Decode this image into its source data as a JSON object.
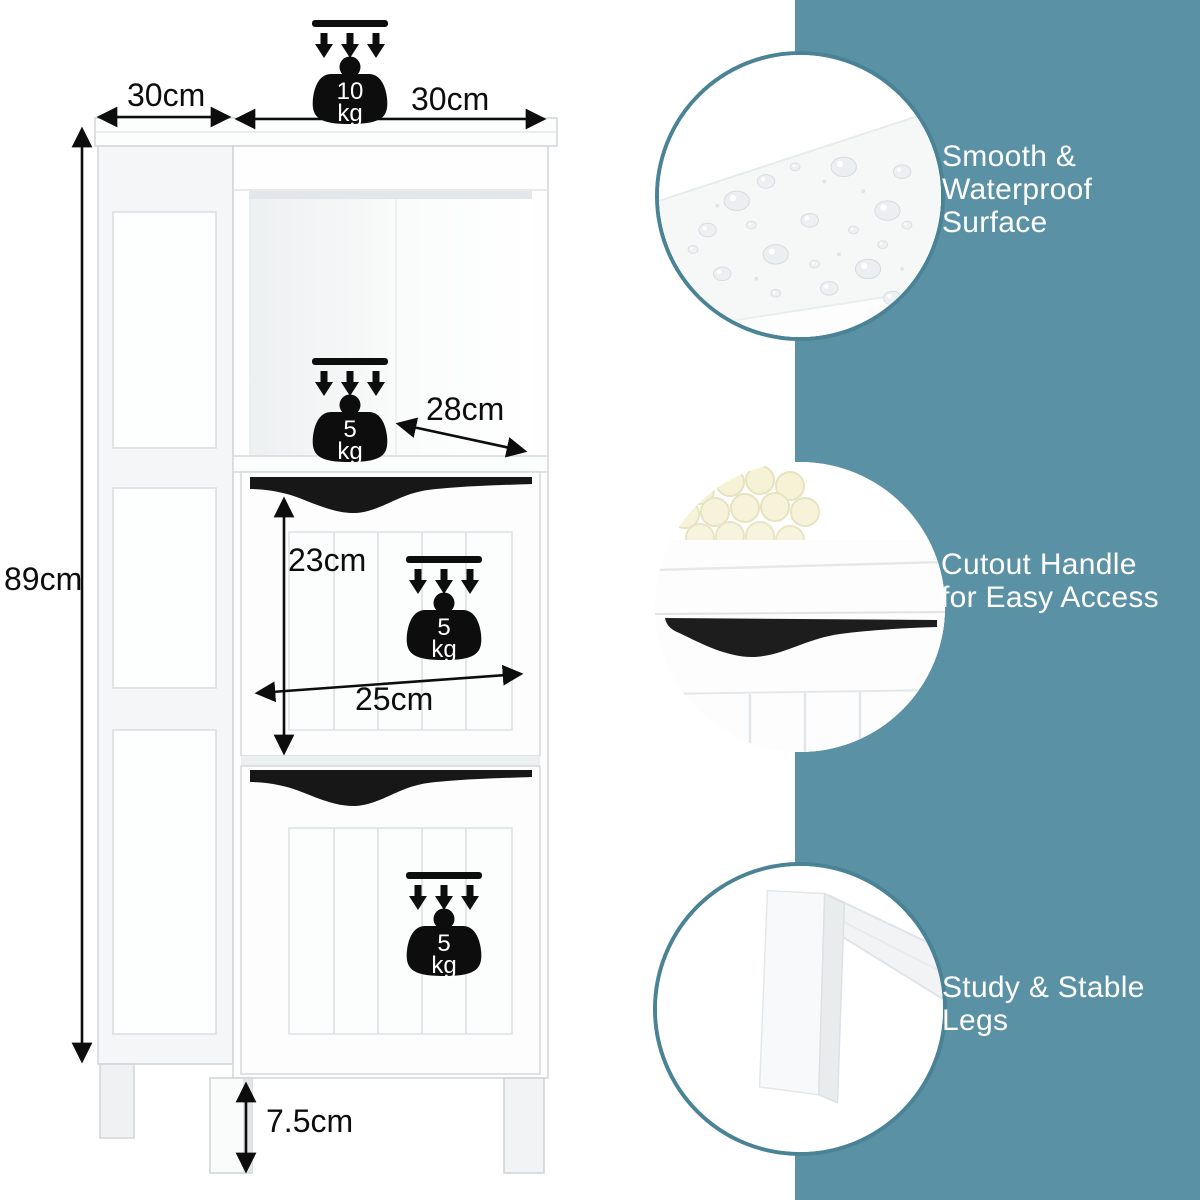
{
  "colors": {
    "panel": "#5b91a5",
    "ring": "#4a8396",
    "ink": "#0d0d0d"
  },
  "dimensions": {
    "depth": "30cm",
    "width": "30cm",
    "height": "89cm",
    "shelf_depth": "28cm",
    "drawer_height": "23cm",
    "drawer_width": "25cm",
    "leg_height": "7.5cm"
  },
  "weights": {
    "top": {
      "value": "10",
      "unit": "kg"
    },
    "shelf": {
      "value": "5",
      "unit": "kg"
    },
    "upper_drawer": {
      "value": "5",
      "unit": "kg"
    },
    "lower_drawer": {
      "value": "5",
      "unit": "kg"
    }
  },
  "features": [
    {
      "lines": [
        "Smooth &",
        "Waterproof",
        "Surface"
      ]
    },
    {
      "lines": [
        "Cutout Handle",
        "for Easy Access"
      ]
    },
    {
      "lines": [
        "Study & Stable",
        "Legs"
      ]
    }
  ]
}
